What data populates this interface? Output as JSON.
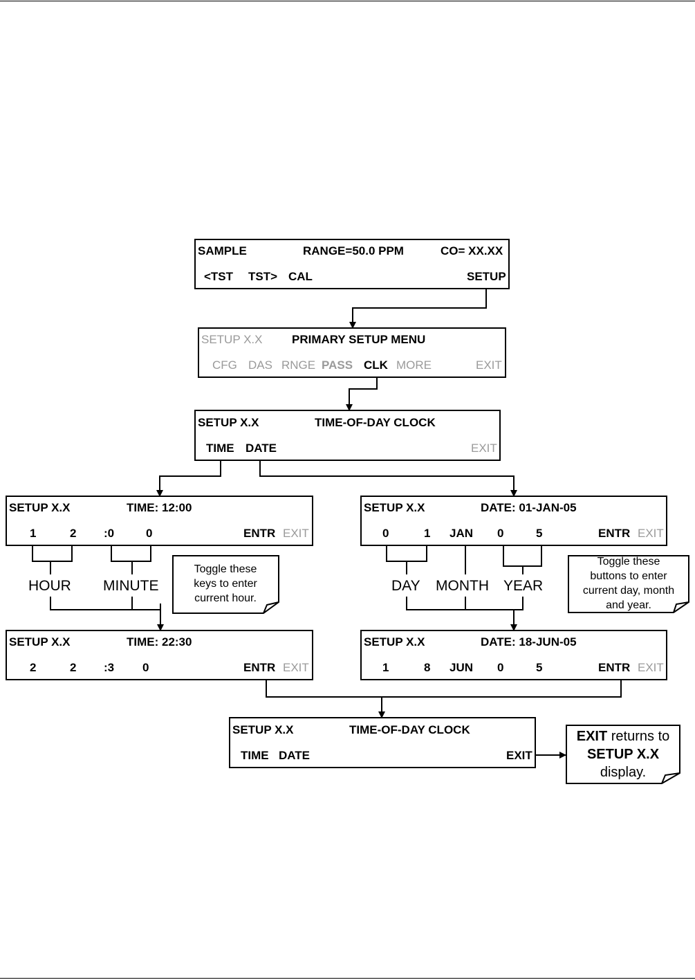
{
  "panel_main": {
    "mode": "SAMPLE",
    "range": "RANGE=50.0 PPM",
    "reading": "CO= XX.XX",
    "keys": [
      "<TST",
      "TST>",
      "CAL",
      "SETUP"
    ]
  },
  "panel_setup": {
    "title": "SETUP X.X",
    "heading": "PRIMARY SETUP MENU",
    "keys": [
      "CFG",
      "DAS",
      "RNGE",
      "PASS",
      "CLK",
      "MORE",
      "EXIT"
    ]
  },
  "panel_clock": {
    "title": "SETUP X.X",
    "heading": "TIME-OF-DAY CLOCK",
    "keys": [
      "TIME",
      "DATE",
      "EXIT"
    ]
  },
  "panel_time1": {
    "title": "SETUP X.X",
    "value": "TIME: 12:00",
    "keys": [
      "1",
      "2",
      ":0",
      "0",
      "ENTR",
      "EXIT"
    ]
  },
  "panel_date1": {
    "title": "SETUP X.X",
    "value": "DATE: 01-JAN-05",
    "keys": [
      "0",
      "1",
      "JAN",
      "0",
      "5",
      "ENTR",
      "EXIT"
    ]
  },
  "panel_time2": {
    "title": "SETUP X.X",
    "value": "TIME: 22:30",
    "keys": [
      "2",
      "2",
      ":3",
      "0",
      "ENTR",
      "EXIT"
    ]
  },
  "panel_date2": {
    "title": "SETUP X.X",
    "value": "DATE: 18-JUN-05",
    "keys": [
      "1",
      "8",
      "JUN",
      "0",
      "5",
      "ENTR",
      "EXIT"
    ]
  },
  "panel_final": {
    "title": "SETUP X.X",
    "heading": "TIME-OF-DAY CLOCK",
    "keys": [
      "TIME",
      "DATE",
      "EXIT"
    ]
  },
  "labels": {
    "hour": "HOUR",
    "minute": "MINUTE",
    "day": "DAY",
    "month": "MONTH",
    "year": "YEAR"
  },
  "notes": {
    "time": [
      "Toggle these",
      "keys to enter",
      "current hour."
    ],
    "date": [
      "Toggle these",
      "buttons to enter",
      "current day, month",
      "and year."
    ],
    "exit_bold1": "EXIT",
    "exit_rest1": " returns to",
    "exit_bold2": "SETUP X.X",
    "exit_line3": "display."
  }
}
